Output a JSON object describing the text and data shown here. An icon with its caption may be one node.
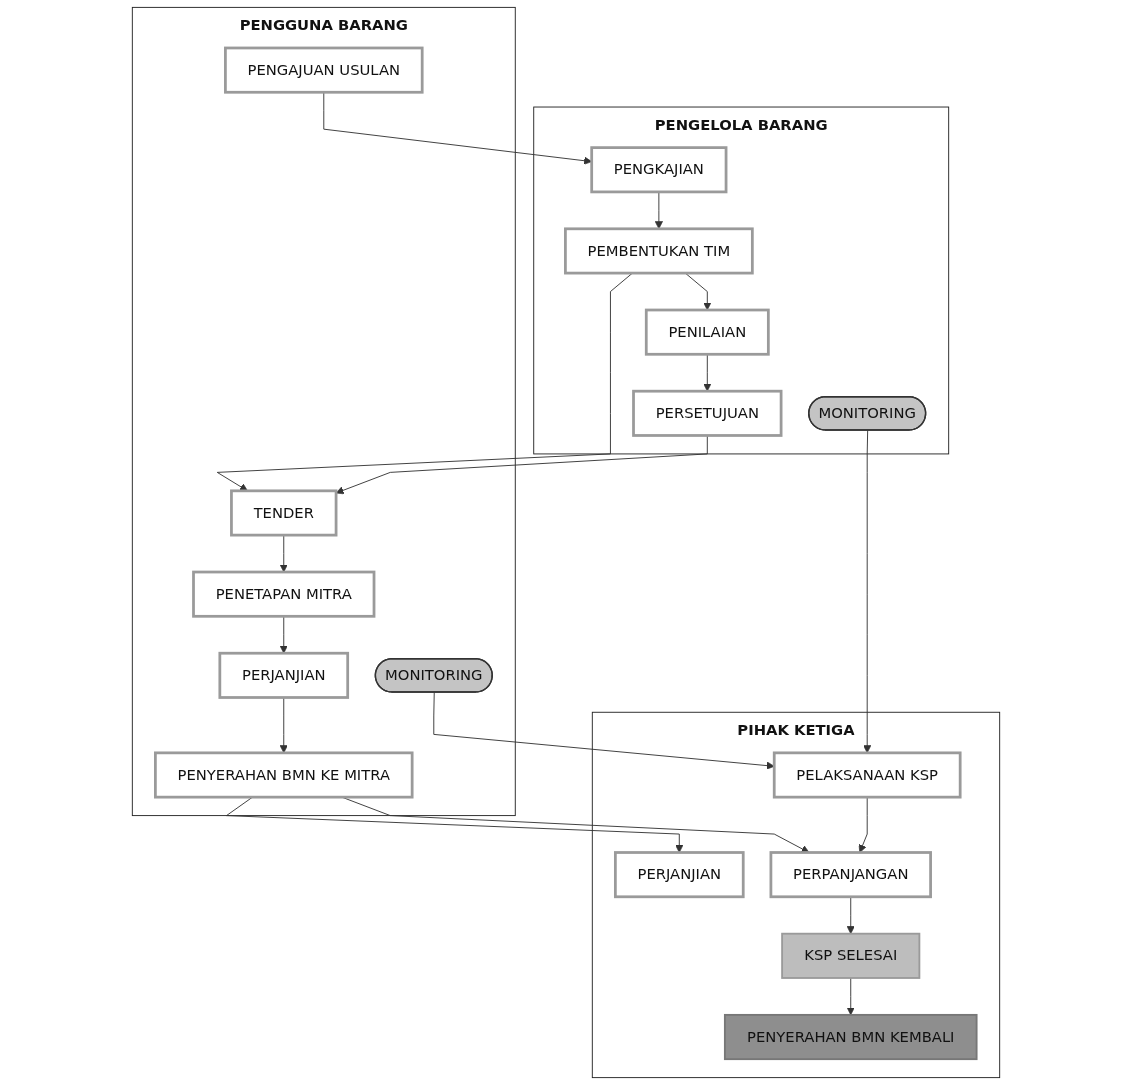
{
  "diagram": {
    "nodes": [
      {
        "text": [
          "PENGGUNA BARANG"
        ]
      },
      {
        "text": [
          "PENGELOLA BARANG"
        ]
      },
      {
        "text": [
          "PIHAK KETIGA"
        ]
      },
      {
        "text": [
          "PENGAJUAN USULAN"
        ],
        "in": 0
      },
      {
        "text": [
          "TENDER"
        ],
        "in": 0
      },
      {
        "text": [
          "PENETAPAN MITRA"
        ],
        "in": 0
      },
      {
        "text": [
          "PERJANJIAN"
        ],
        "in": 0
      },
      {
        "text": [
          "PENYERAHAN BMN KE MITRA"
        ],
        "in": 0
      },
      {
        "text": [
          "MONITORING"
        ],
        "in": 0
      },
      {
        "text": [
          "PENGKAJIAN"
        ],
        "in": 1
      },
      {
        "text": [
          "PEMBENTUKAN TIM"
        ],
        "in": 1
      },
      {
        "text": [
          "PENILAIAN"
        ],
        "in": 1
      },
      {
        "text": [
          "PERSETUJUAN"
        ],
        "in": 1
      },
      {
        "text": [
          "MONITORING"
        ],
        "in": 1
      },
      {
        "text": [
          "PERJANJIAN"
        ],
        "in": 2
      },
      {
        "text": [
          "PELAKSANAAN KSP"
        ],
        "in": 2
      },
      {
        "text": [
          "PERPANJANGAN"
        ],
        "in": 2
      },
      {
        "text": [
          "KSP SELESAI"
        ],
        "in": 2
      },
      {
        "text": [
          "PENYERAHAN BMN KEMBALI"
        ],
        "in": 2
      }
    ],
    "edges": [
      {
        "from": 3,
        "to": 9,
        "arrow": "to"
      },
      {
        "from": 9,
        "to": 10,
        "arrow": "to"
      },
      {
        "from": 10,
        "to": 11,
        "arrow": "to"
      },
      {
        "from": 11,
        "to": 12,
        "arrow": "to"
      },
      {
        "from": 10,
        "to": 4,
        "arrow": "to"
      },
      {
        "from": 12,
        "to": 4,
        "arrow": "to"
      },
      {
        "from": 4,
        "to": 5,
        "arrow": "to"
      },
      {
        "from": 5,
        "to": 6,
        "arrow": "to"
      },
      {
        "from": 6,
        "to": 7,
        "arrow": "to"
      },
      {
        "from": 7,
        "to": 14,
        "arrow": "to"
      },
      {
        "from": 7,
        "to": 16,
        "arrow": "to"
      },
      {
        "from": 15,
        "to": 16,
        "arrow": "to"
      },
      {
        "from": 16,
        "to": 17,
        "arrow": "to"
      },
      {
        "from": 17,
        "to": 18,
        "arrow": "to"
      },
      {
        "from": 13,
        "to": 15,
        "arrow": "to"
      },
      {
        "from": 8,
        "to": 15,
        "arrow": "to"
      }
    ]
  }
}
